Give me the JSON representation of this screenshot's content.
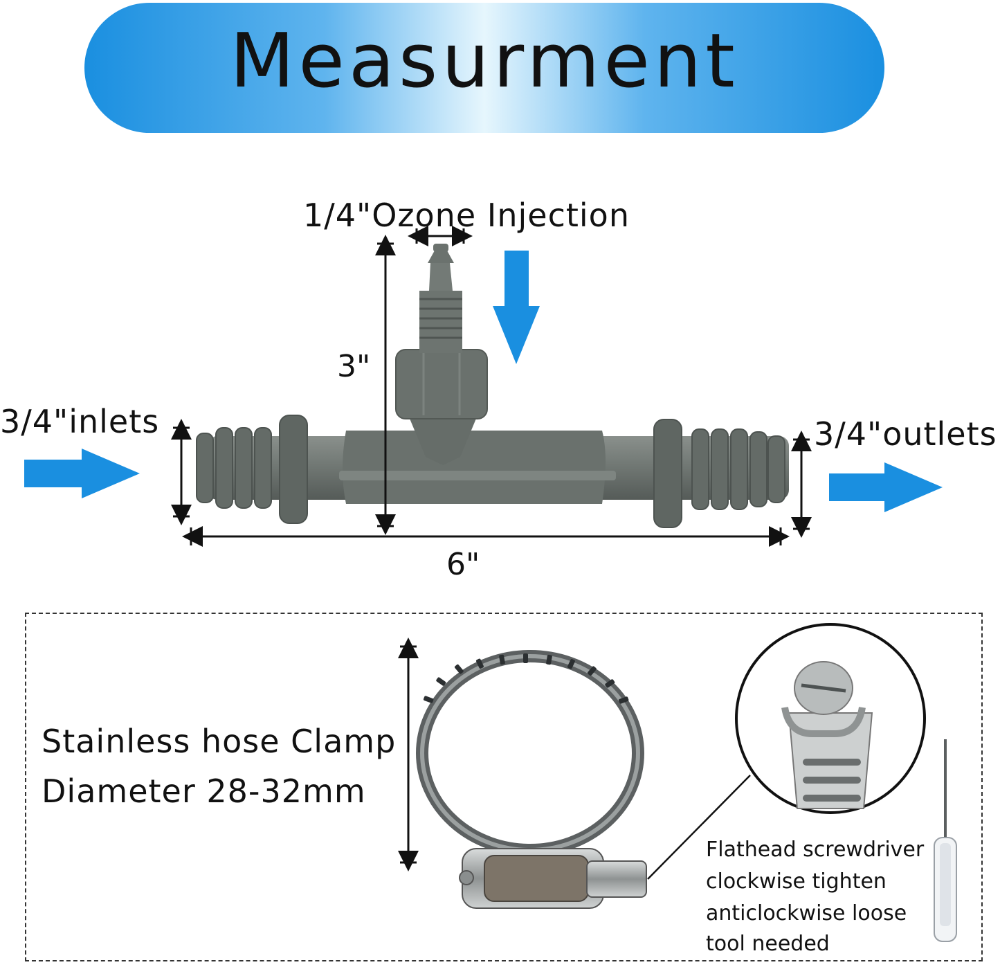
{
  "banner": {
    "title": "Measurment",
    "colors": {
      "edge": "#1a8fe0",
      "center": "#e6f6fd"
    }
  },
  "venturi": {
    "ozone_label": "1/4\"Ozone Injection",
    "inlet_label": "3/4\"inlets",
    "outlet_label": "3/4\"outlets",
    "height_label": "3\"",
    "length_label": "6\"",
    "part_color": "#6f7672",
    "arrow_color": "#1a8fe0"
  },
  "clamp": {
    "title_line1": "Stainless hose Clamp",
    "title_line2": "Diameter 28-32mm",
    "note_line1": "Flathead screwdriver",
    "note_line2": "clockwise tighten",
    "note_line3": "anticlockwise loose",
    "note_line4": "tool needed"
  }
}
